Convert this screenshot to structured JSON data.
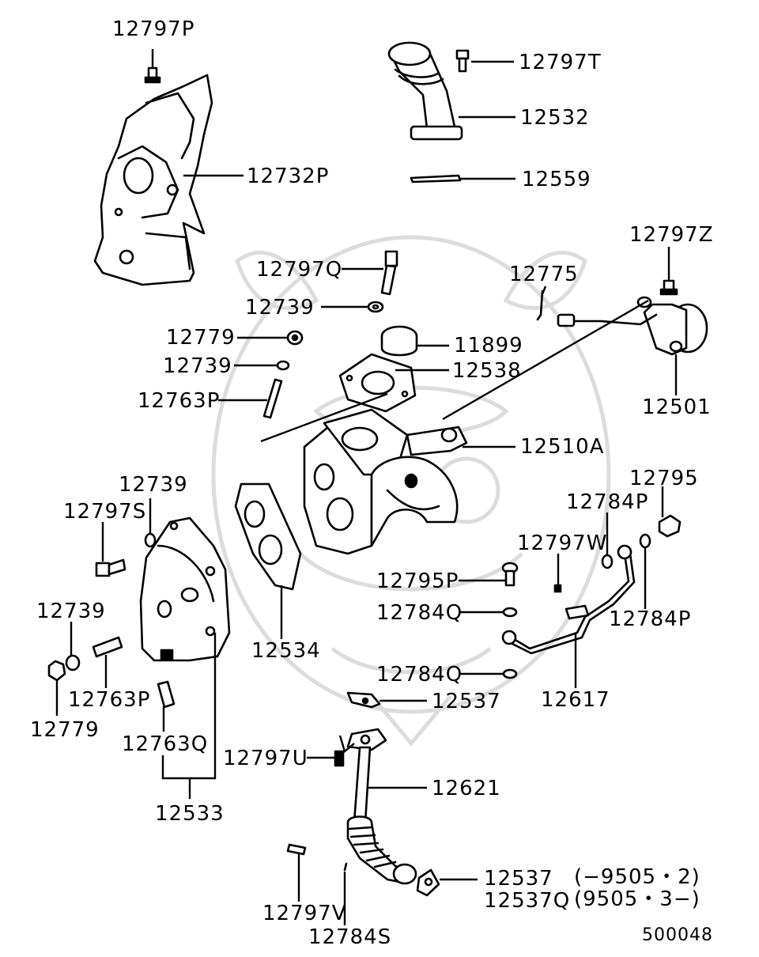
{
  "colors": {
    "ink": "#000000",
    "paper": "#ffffff",
    "watermark": "#dcdcdc"
  },
  "diagram_id": "500048",
  "labels": {
    "p12797P": "12797P",
    "p12732P": "12732P",
    "p12797T": "12797T",
    "p12532": "12532",
    "p12559": "12559",
    "p12797Z": "12797Z",
    "p12775": "12775",
    "p12797Q": "12797Q",
    "p12739a": "12739",
    "p12779a": "12779",
    "p11899": "11899",
    "p12739b": "12739",
    "p12538": "12538",
    "p12763Pa": "12763P",
    "p12501": "12501",
    "p12510A": "12510A",
    "p12739c": "12739",
    "p12797S": "12797S",
    "p12795": "12795",
    "p12784Pa": "12784P",
    "p12797W": "12797W",
    "p12795P": "12795P",
    "p12739d": "12739",
    "p12784Qa": "12784Q",
    "p12784Pb": "12784P",
    "p12534": "12534",
    "p12763Pb": "12763P",
    "p12784Qb": "12784Q",
    "p12779b": "12779",
    "p12537a": "12537",
    "p12617": "12617",
    "p12763Q": "12763Q",
    "p12797U": "12797U",
    "p12621": "12621",
    "p12533": "12533",
    "p12537b": "12537",
    "range1": "(−9505・2)",
    "p12537Q": "12537Q",
    "range2": "(9505・3−)",
    "p12797V": "12797V",
    "p12784S": "12784S"
  }
}
